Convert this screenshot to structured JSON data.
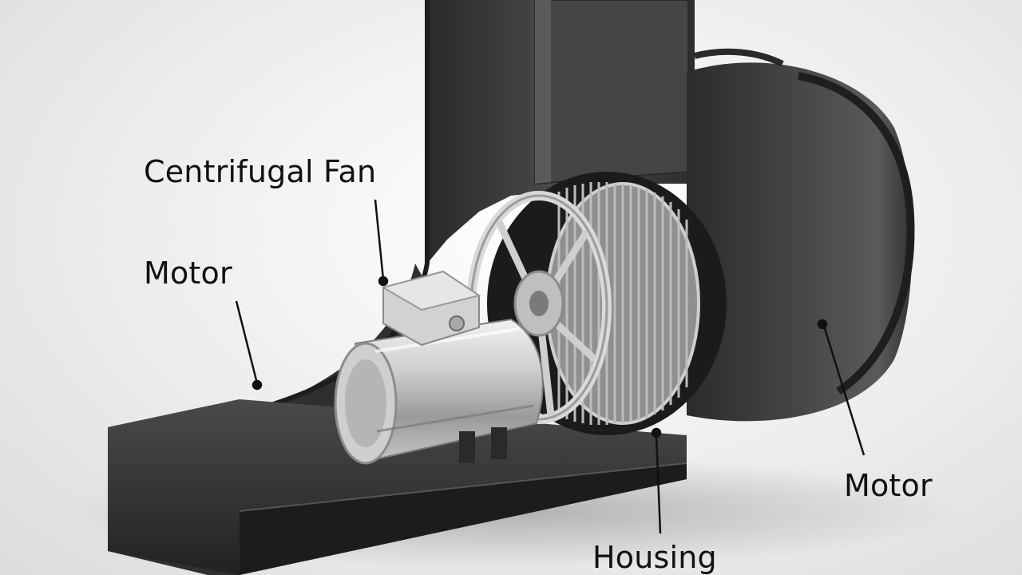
{
  "labels": {
    "centrifugal_fan": "Centrifugal Fan",
    "motor_left": "Motor",
    "motor_right": "Motor",
    "housing": "Housing"
  },
  "image": {
    "subject": "cutaway-centrifugal-blower-with-motor",
    "palette": {
      "background": "#eeeeee",
      "housing": "#3a3a3a",
      "housing_dark": "#262626",
      "metal_light": "#d8d8d8",
      "metal_mid": "#a9a9a9",
      "label_text": "#111111",
      "leader_line": "#111111"
    }
  }
}
